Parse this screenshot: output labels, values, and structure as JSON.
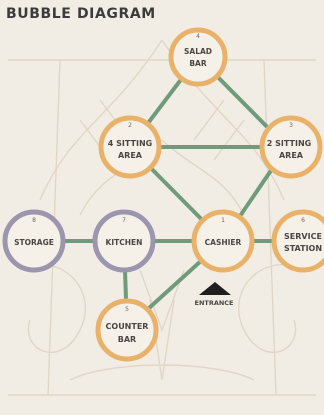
{
  "title": "BUBBLE DIAGRAM",
  "colors": {
    "background": "#f2ede4",
    "watermark": "#d9cfbf",
    "bubble_fill": "#f6f1e8",
    "bubble_ring": "#e8b26a",
    "storage_ring": "#9b96ad",
    "link": "#6f9a7c",
    "text": "#4a4743"
  },
  "nodes": {
    "salad_bar": {
      "number": "4",
      "line1": "SALAD",
      "line2": "BAR"
    },
    "sitting_area_4": {
      "number": "2",
      "line1": "4 SITTING",
      "line2": "AREA"
    },
    "sitting_area_2": {
      "number": "3",
      "line1": "2 SITTING",
      "line2": "AREA"
    },
    "storage": {
      "number": "8",
      "line1": "STORAGE",
      "line2": ""
    },
    "kitchen": {
      "number": "7",
      "line1": "KITCHEN",
      "line2": ""
    },
    "cashier": {
      "number": "1",
      "line1": "CASHIER",
      "line2": ""
    },
    "service_station": {
      "number": "6",
      "line1": "SERVICE",
      "line2": "STATION"
    },
    "counter_bar": {
      "number": "5",
      "line1": "COUNTER",
      "line2": "BAR"
    }
  },
  "entrance": {
    "label": "ENTRANCE",
    "icon": "entrance-arrow-icon"
  }
}
